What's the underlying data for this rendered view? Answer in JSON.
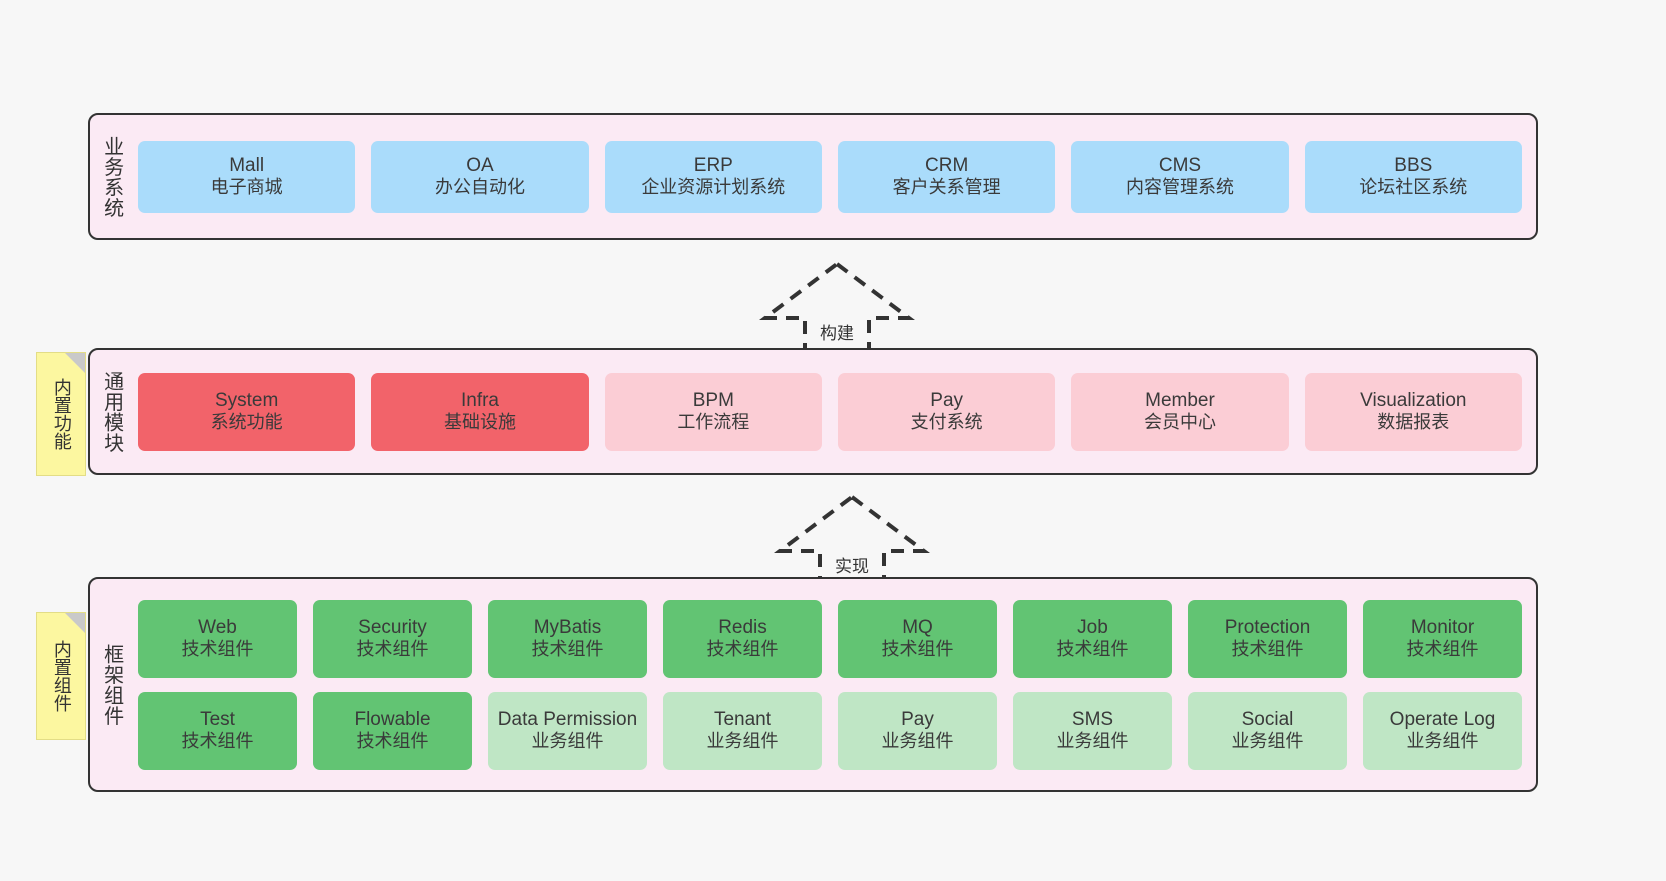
{
  "canvas": {
    "background": "#f7f7f7"
  },
  "palette": {
    "layer_bg": "#fbeaf4",
    "layer_border": "#333333",
    "blue": "#aadcfb",
    "red": "#f2636a",
    "pink": "#fbcdd5",
    "green": "#62c473",
    "light_green": "#bfe6c5",
    "note_yellow": "#fcf7a0",
    "note_fold": "#c9c9c9"
  },
  "layers": [
    {
      "id": "business",
      "title": "业务系统",
      "rows": [
        {
          "cards": [
            {
              "name": "mall",
              "title": "Mall",
              "subtitle": "电子商城",
              "style": "blue"
            },
            {
              "name": "oa",
              "title": "OA",
              "subtitle": "办公自动化",
              "style": "blue"
            },
            {
              "name": "erp",
              "title": "ERP",
              "subtitle": "企业资源计划系统",
              "style": "blue"
            },
            {
              "name": "crm",
              "title": "CRM",
              "subtitle": "客户关系管理",
              "style": "blue"
            },
            {
              "name": "cms",
              "title": "CMS",
              "subtitle": "内容管理系统",
              "style": "blue"
            },
            {
              "name": "bbs",
              "title": "BBS",
              "subtitle": "论坛社区系统",
              "style": "blue"
            }
          ]
        }
      ]
    },
    {
      "id": "common",
      "title": "通用模块",
      "note": "内置功能",
      "rows": [
        {
          "cards": [
            {
              "name": "system",
              "title": "System",
              "subtitle": "系统功能",
              "style": "red"
            },
            {
              "name": "infra",
              "title": "Infra",
              "subtitle": "基础设施",
              "style": "red"
            },
            {
              "name": "bpm",
              "title": "BPM",
              "subtitle": "工作流程",
              "style": "pink"
            },
            {
              "name": "pay",
              "title": "Pay",
              "subtitle": "支付系统",
              "style": "pink"
            },
            {
              "name": "member",
              "title": "Member",
              "subtitle": "会员中心",
              "style": "pink"
            },
            {
              "name": "visualization",
              "title": "Visualization",
              "subtitle": "数据报表",
              "style": "pink"
            }
          ]
        }
      ]
    },
    {
      "id": "framework",
      "title": "框架组件",
      "note": "内置组件",
      "rows": [
        {
          "cards": [
            {
              "name": "web",
              "title": "Web",
              "subtitle": "技术组件",
              "style": "green"
            },
            {
              "name": "security",
              "title": "Security",
              "subtitle": "技术组件",
              "style": "green"
            },
            {
              "name": "mybatis",
              "title": "MyBatis",
              "subtitle": "技术组件",
              "style": "green"
            },
            {
              "name": "redis",
              "title": "Redis",
              "subtitle": "技术组件",
              "style": "green"
            },
            {
              "name": "mq",
              "title": "MQ",
              "subtitle": "技术组件",
              "style": "green"
            },
            {
              "name": "job",
              "title": "Job",
              "subtitle": "技术组件",
              "style": "green"
            },
            {
              "name": "protection",
              "title": "Protection",
              "subtitle": "技术组件",
              "style": "green"
            },
            {
              "name": "monitor",
              "title": "Monitor",
              "subtitle": "技术组件",
              "style": "green"
            }
          ]
        },
        {
          "cards": [
            {
              "name": "test",
              "title": "Test",
              "subtitle": "技术组件",
              "style": "green"
            },
            {
              "name": "flowable",
              "title": "Flowable",
              "subtitle": "技术组件",
              "style": "green"
            },
            {
              "name": "data-permission",
              "title": "Data Permission",
              "subtitle": "业务组件",
              "style": "light_green"
            },
            {
              "name": "tenant",
              "title": "Tenant",
              "subtitle": "业务组件",
              "style": "light_green"
            },
            {
              "name": "pay",
              "title": "Pay",
              "subtitle": "业务组件",
              "style": "light_green"
            },
            {
              "name": "sms",
              "title": "SMS",
              "subtitle": "业务组件",
              "style": "light_green"
            },
            {
              "name": "social",
              "title": "Social",
              "subtitle": "业务组件",
              "style": "light_green"
            },
            {
              "name": "operate-log",
              "title": "Operate Log",
              "subtitle": "业务组件",
              "style": "light_green"
            }
          ]
        }
      ]
    }
  ],
  "arrows": [
    {
      "id": "build",
      "label": "构建",
      "direction": "up"
    },
    {
      "id": "implement",
      "label": "实现",
      "direction": "up"
    }
  ]
}
